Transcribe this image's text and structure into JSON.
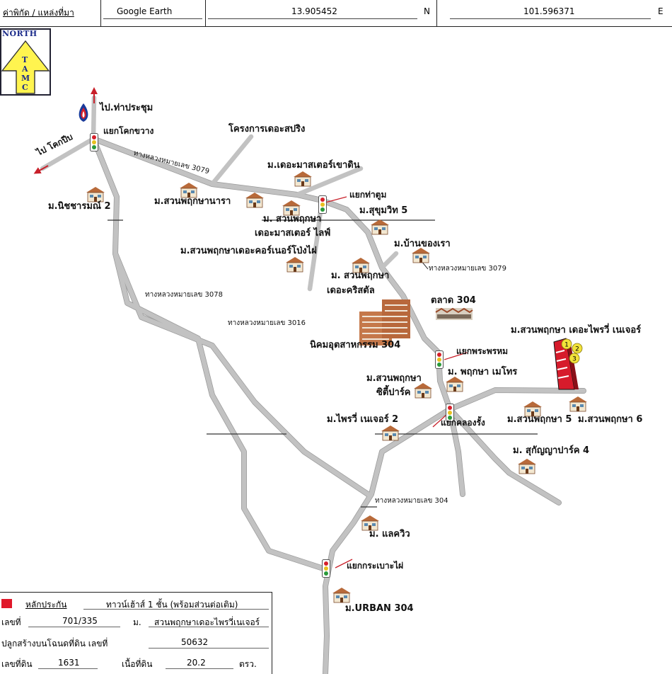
{
  "header": {
    "label": "ค่าพิกัด / แหล่งที่มา",
    "source": "Google Earth",
    "lat": "13.905452",
    "lat_dir": "N",
    "lon": "101.596371",
    "lon_dir": "E"
  },
  "north": {
    "label": "NORTH",
    "letters": [
      "T",
      "A",
      "M",
      "C"
    ]
  },
  "map": {
    "labels": {
      "to_thaprachum": "ไป.ท่าประชุม",
      "to_khokpip": "ไป โคกปีบ",
      "yaek_khokkhwang": "แยกโคกขวาง",
      "project_spring": "โครงการเดอะสปริง",
      "road_3079_a": "ทางหลวงหมายเลข 3079",
      "mb_master_khaodin": "ม.เดอะมาสเตอร์เขาดิน",
      "yaek_thatum": "แยกท่าตูม",
      "mb_nichcharmani2": "ม.นิชชารมณ์ 2",
      "mb_suanphruksa_nara": "ม.สวนพฤกษานารา",
      "mb_sukhumvit5": "ม.สุขุมวิท 5",
      "mb_suanphruksa_master_1": "ม. สวนพฤกษา",
      "mb_suanphruksa_master_2": "เดอะมาสเตอร์ ไลฟ์",
      "mb_bankhongrao": "ม.บ้านของเรา",
      "mb_suanphruksa_corner": "ม.สวนพฤกษาเดอะคอร์เนอร์โป่งไผ่",
      "road_3079_b": "ทางหลวงหมายเลข 3079",
      "mb_crystal_1": "ม. สวนพฤกษา",
      "mb_crystal_2": "เดอะคริสตัล",
      "road_3078": "ทางหลวงหมายเลข 3078",
      "market_304": "ตลาด 304",
      "road_3016": "ทางหลวงหมายเลข 3016",
      "subject_title": "ม.สวนพฤกษา เดอะไพรวี่ เนเจอร์",
      "industrial_304": "นิคมอุตสาหกรรม 304",
      "yaek_phraphrom": "แยกพระพรหม",
      "mb_suanphruksa_meto": "ม. พฤกษา เมโทร",
      "mb_city_park_1": "ม.สวนพฤกษา",
      "mb_city_park_2": "ซิตี้ปาร์ค",
      "mb_privy2": "ม.ไพรวี่ เนเจอร์ 2",
      "yaek_khlongrang": "แยกคลองรั้ง",
      "mb_suanphruksa5": "ม.สวนพฤกษา 5",
      "mb_suanphruksa6": "ม.สวนพฤกษา 6",
      "mb_sukanya4": "ม. สุกัญญาปาร์ค 4",
      "road_304": "ทางหลวงหมายเลข 304",
      "mb_lakeview": "ม. แลควิว",
      "yaek_krabaophai": "แยกกระเบาะไผ่",
      "mb_urban304": "ม.URBAN 304"
    },
    "markers": [
      "1",
      "2",
      "3"
    ]
  },
  "legend": {
    "collateral": "หลักประกัน",
    "type": "ทาวน์เฮ้าส์ 1 ชั้น (พร้อมส่วนต่อเติม)",
    "no_label": "เลขที่",
    "no_value": "701/335",
    "village_label": "ม.",
    "village_value": "สวนพฤกษาเดอะไพรวี่เนเจอร์",
    "deed_label": "ปลูกสร้างบนโฉนดที่ดิน เลขที่",
    "deed_value": "50632",
    "land_no_label": "เลขที่ดิน",
    "land_no_value": "1631",
    "area_label": "เนื้อที่ดิน",
    "area_value": "20.2",
    "area_unit": "ตรว."
  },
  "colors": {
    "road": "#c2c2c2",
    "collateral": "#e0182a",
    "north_arrow": "#fff44f",
    "label_blue": "#1a2a8a"
  }
}
